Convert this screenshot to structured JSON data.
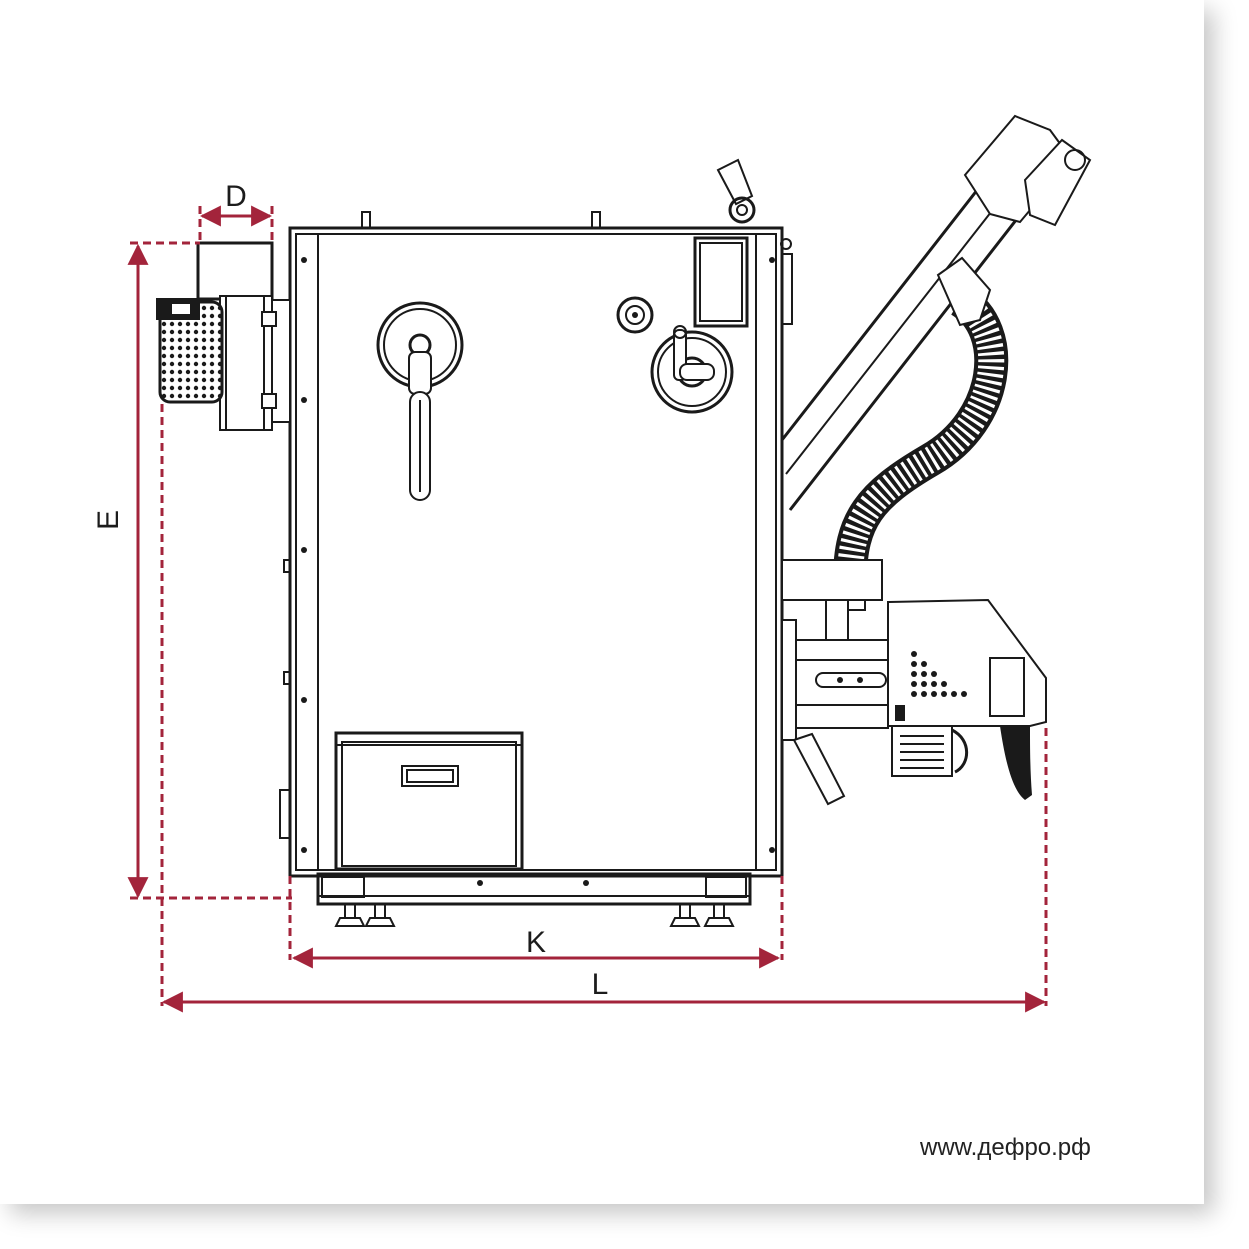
{
  "dimensions": {
    "D": "D",
    "E": "E",
    "K": "K",
    "L": "L"
  },
  "website": "www.дефро.рф",
  "colors": {
    "dimension_line": "#a3243b",
    "outline": "#1a1a1a",
    "background": "#ffffff"
  }
}
